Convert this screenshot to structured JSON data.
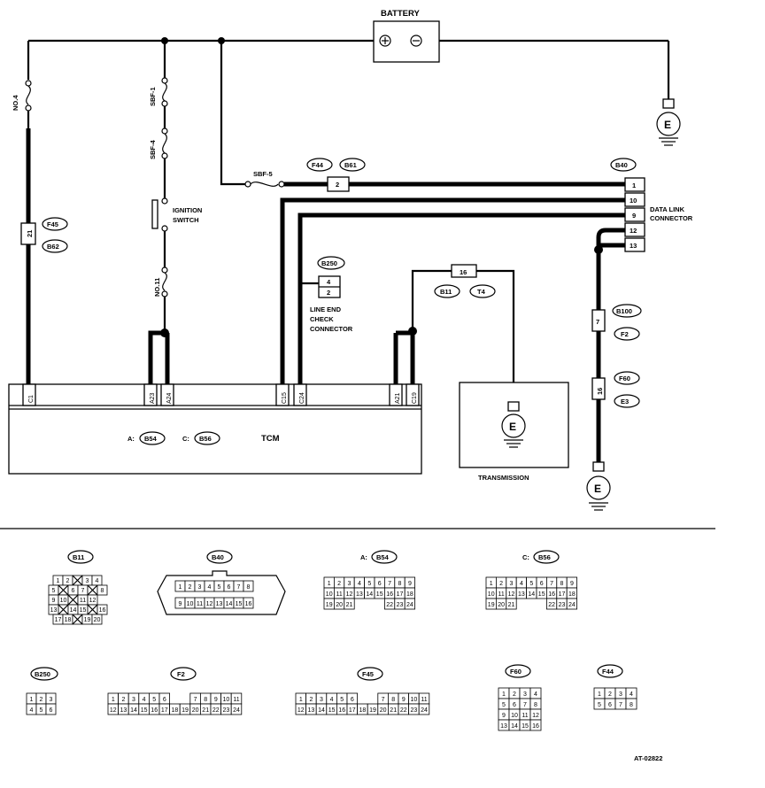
{
  "battery": {
    "label": "BATTERY",
    "plus": "+",
    "minus": "−"
  },
  "ground_label": "E",
  "fuses": {
    "no4": "NO.4",
    "sbf1": "SBF-1",
    "sbf4": "SBF-4",
    "sbf5": "SBF-5",
    "no11": "NO.11"
  },
  "ignition": {
    "line1": "IGNITION",
    "line2": "SWITCH"
  },
  "callouts": {
    "f45": "F45",
    "b62": "B62",
    "f44": "F44",
    "b61": "B61",
    "b40": "B40",
    "b250": "B250",
    "b11": "B11",
    "t4": "T4",
    "b100": "B100",
    "f2": "F2",
    "f60": "F60",
    "e3": "E3",
    "b54": "B54",
    "b56": "B56"
  },
  "pins": {
    "p21": "21",
    "p2": "2",
    "p4": "4",
    "p2b": "2",
    "p16": "16",
    "p7": "7",
    "p16b": "16",
    "dlc": [
      "1",
      "10",
      "9",
      "12",
      "13"
    ]
  },
  "data_link": {
    "line1": "DATA LINK",
    "line2": "CONNECTOR"
  },
  "line_end": {
    "line1": "LINE END",
    "line2": "CHECK",
    "line3": "CONNECTOR"
  },
  "tcm": {
    "label": "TCM",
    "terminals": [
      "C1",
      "A23",
      "A24",
      "C15",
      "C24",
      "A21",
      "C19"
    ],
    "a_prefix": "A:",
    "c_prefix": "C:"
  },
  "transmission_label": "TRANSMISSION",
  "connectors": {
    "b11": {
      "title": "B11",
      "rows": [
        [
          "1",
          "2",
          "",
          "3",
          "4"
        ],
        [
          "5",
          "",
          "6",
          "7",
          "",
          "8"
        ],
        [
          "9",
          "10",
          "",
          "11",
          "12"
        ],
        [
          "13",
          "",
          "14",
          "15",
          "",
          "16"
        ],
        [
          "17",
          "18",
          "",
          "19",
          "20"
        ]
      ]
    },
    "b40": {
      "title": "B40",
      "row1": [
        "1",
        "2",
        "3",
        "4",
        "5",
        "6",
        "7",
        "8"
      ],
      "row2": [
        "9",
        "10",
        "11",
        "12",
        "13",
        "14",
        "15",
        "16"
      ]
    },
    "b54": {
      "title": "B54",
      "prefix": "A:",
      "row1": [
        "1",
        "2",
        "3",
        "4",
        "5",
        "6",
        "7",
        "8",
        "9"
      ],
      "row2": [
        "10",
        "11",
        "12",
        "13",
        "14",
        "15",
        "16",
        "17",
        "18"
      ],
      "row3": [
        "19",
        "20",
        "21",
        "22",
        "23",
        "24"
      ]
    },
    "b56": {
      "title": "B56",
      "prefix": "C:",
      "row1": [
        "1",
        "2",
        "3",
        "4",
        "5",
        "6",
        "7",
        "8",
        "9"
      ],
      "row2": [
        "10",
        "11",
        "12",
        "13",
        "14",
        "15",
        "16",
        "17",
        "18"
      ],
      "row3": [
        "19",
        "20",
        "21",
        "22",
        "23",
        "24"
      ]
    },
    "b250": {
      "title": "B250",
      "row1": [
        "1",
        "2",
        "3"
      ],
      "row2": [
        "4",
        "5",
        "6"
      ]
    },
    "f2": {
      "title": "F2",
      "row1": [
        "1",
        "2",
        "3",
        "4",
        "5",
        "6",
        "7",
        "8",
        "9",
        "10",
        "11"
      ],
      "row2": [
        "12",
        "13",
        "14",
        "15",
        "16",
        "17",
        "18",
        "19",
        "20",
        "21",
        "22",
        "23",
        "24"
      ]
    },
    "f45": {
      "title": "F45",
      "row1": [
        "1",
        "2",
        "3",
        "4",
        "5",
        "6",
        "7",
        "8",
        "9",
        "10",
        "11"
      ],
      "row2": [
        "12",
        "13",
        "14",
        "15",
        "16",
        "17",
        "18",
        "19",
        "20",
        "21",
        "22",
        "23",
        "24"
      ]
    },
    "f60": {
      "title": "F60",
      "rows": [
        [
          "1",
          "2",
          "3",
          "4"
        ],
        [
          "5",
          "6",
          "7",
          "8"
        ],
        [
          "9",
          "10",
          "11",
          "12"
        ],
        [
          "13",
          "14",
          "15",
          "16"
        ]
      ]
    },
    "f44": {
      "title": "F44",
      "row1": [
        "1",
        "2",
        "3",
        "4"
      ],
      "row2": [
        "5",
        "6",
        "7",
        "8"
      ]
    }
  },
  "figure_id": "AT-02822"
}
